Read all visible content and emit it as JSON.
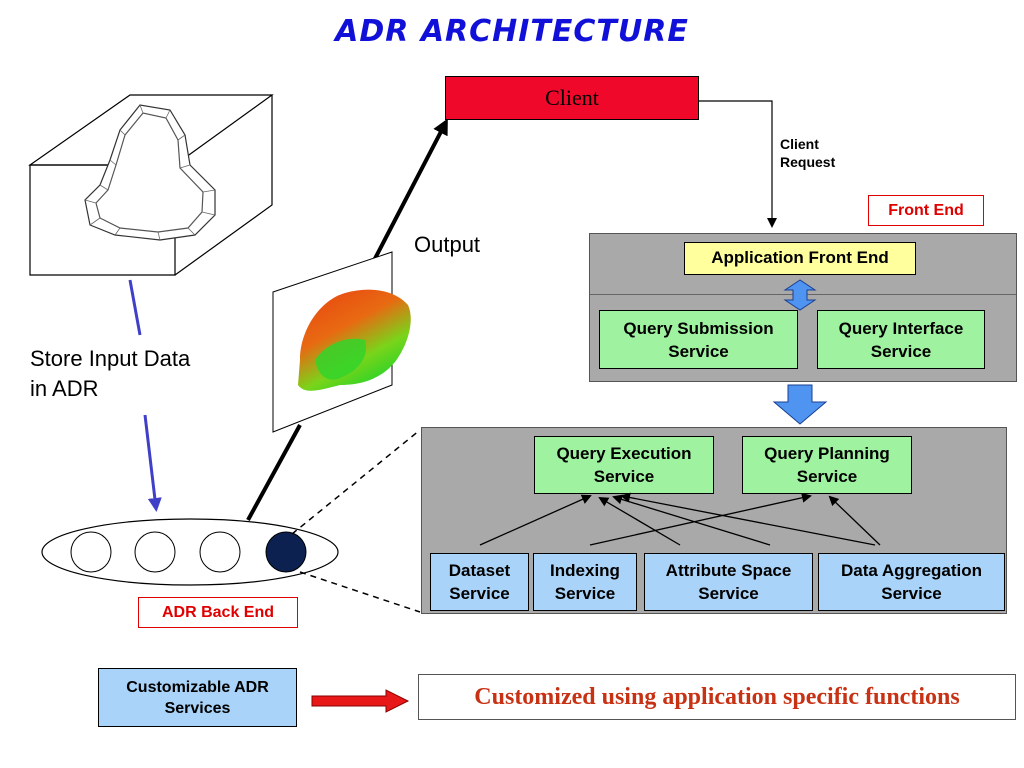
{
  "title": "ADR ARCHITECTURE",
  "client": {
    "label": "Client"
  },
  "client_request": {
    "line1": "Client",
    "line2": "Request"
  },
  "output_label": "Output",
  "store_label": {
    "line1": "Store Input Data",
    "line2": "in ADR"
  },
  "front_end": {
    "tag": "Front End",
    "app_front_end": "Application Front End",
    "query_submission": {
      "line1": "Query Submission",
      "line2": "Service"
    },
    "query_interface": {
      "line1": "Query Interface",
      "line2": "Service"
    }
  },
  "back_end": {
    "tag": "ADR Back End",
    "query_execution": {
      "line1": "Query Execution",
      "line2": "Service"
    },
    "query_planning": {
      "line1": "Query Planning",
      "line2": "Service"
    },
    "dataset": {
      "line1": "Dataset",
      "line2": "Service"
    },
    "indexing": {
      "line1": "Indexing",
      "line2": "Service"
    },
    "attribute_space": {
      "line1": "Attribute Space",
      "line2": "Service"
    },
    "data_aggregation": {
      "line1": "Data Aggregation",
      "line2": "Service"
    }
  },
  "customizable": {
    "line1": "Customizable ADR",
    "line2": "Services"
  },
  "customized_text": "Customized using application specific functions",
  "colors": {
    "title": "#1010d8",
    "client": "#f0082a",
    "panel": "#a9a9a9",
    "green": "#9ff29f",
    "blue": "#a9d3f8",
    "yellow": "#ffff9e",
    "red_label": "#e00000",
    "custom_text": "#c83214",
    "dark_node": "#0d2150",
    "connector_blue": "#3f3fc8"
  }
}
